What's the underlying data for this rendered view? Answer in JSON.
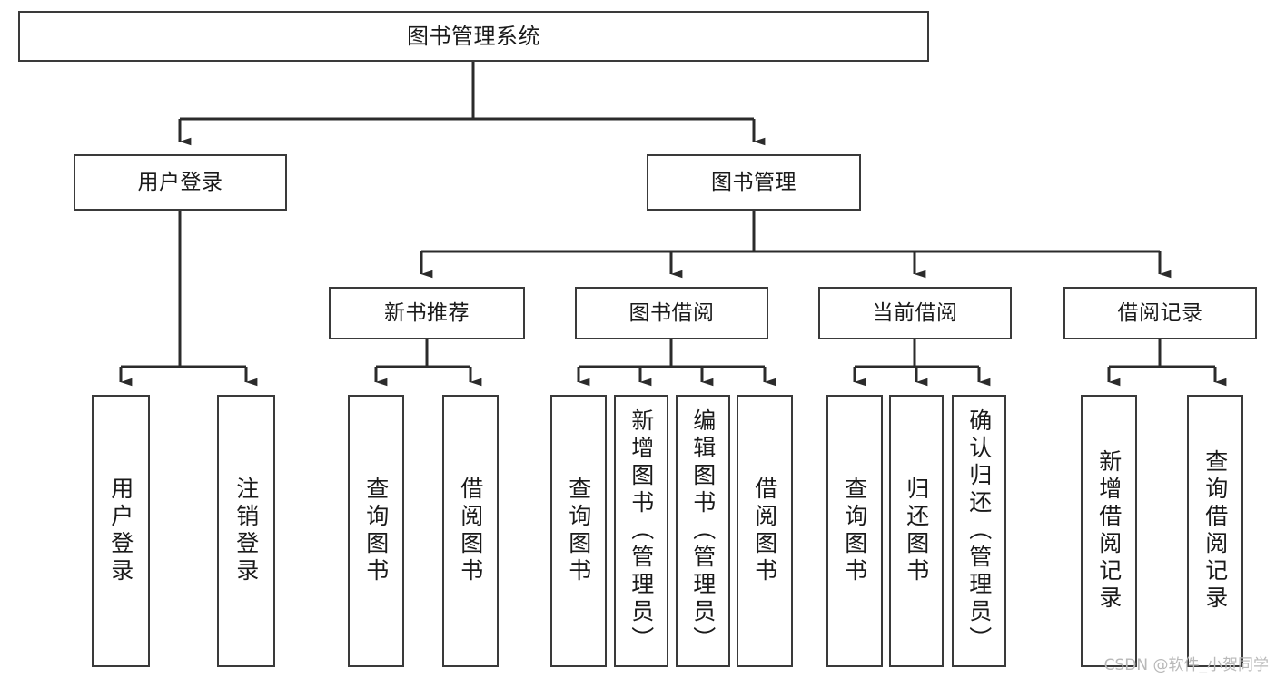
{
  "diagram": {
    "title": "图书管理系统",
    "type": "tree-hierarchy-diagram",
    "watermark": "CSDN @软件_小贺同学",
    "colors": {
      "box_border": "#3a3a3a",
      "box_fill": "#ffffff",
      "connector": "#2b2b2b",
      "text": "#1a1a1a",
      "watermark": "#b9b9b9"
    },
    "nodes": {
      "root": {
        "label": "图书管理系统"
      },
      "level2": [
        {
          "id": "user-login",
          "label": "用户登录"
        },
        {
          "id": "book-manage",
          "label": "图书管理"
        }
      ],
      "level3": [
        {
          "id": "new-book-recommend",
          "label": "新书推荐"
        },
        {
          "id": "book-borrow",
          "label": "图书借阅"
        },
        {
          "id": "current-borrow",
          "label": "当前借阅"
        },
        {
          "id": "borrow-record",
          "label": "借阅记录"
        }
      ],
      "leaves": [
        {
          "id": "leaf-user-login",
          "label": "用户登录"
        },
        {
          "id": "leaf-logout-login",
          "label": "注销登录"
        },
        {
          "id": "leaf-query-book-1",
          "label": "查询图书"
        },
        {
          "id": "leaf-borrow-book-1",
          "label": "借阅图书"
        },
        {
          "id": "leaf-query-book-2",
          "label": "查询图书"
        },
        {
          "id": "leaf-add-book",
          "label": "新增图书（管理员）"
        },
        {
          "id": "leaf-edit-book",
          "label": "编辑图书（管理员）"
        },
        {
          "id": "leaf-borrow-book-2",
          "label": "借阅图书"
        },
        {
          "id": "leaf-query-book-3",
          "label": "查询图书"
        },
        {
          "id": "leaf-return-book",
          "label": "归还图书"
        },
        {
          "id": "leaf-confirm-return",
          "label": "确认归还（管理员）"
        },
        {
          "id": "leaf-add-borrow-record",
          "label": "新增借阅记录"
        },
        {
          "id": "leaf-query-borrow-record",
          "label": "查询借阅记录"
        }
      ]
    },
    "edges": [
      {
        "from": "图书管理系统",
        "to": "用户登录"
      },
      {
        "from": "图书管理系统",
        "to": "图书管理"
      },
      {
        "from": "用户登录",
        "to": "用户登录"
      },
      {
        "from": "用户登录",
        "to": "注销登录"
      },
      {
        "from": "图书管理",
        "to": "新书推荐"
      },
      {
        "from": "图书管理",
        "to": "图书借阅"
      },
      {
        "from": "图书管理",
        "to": "当前借阅"
      },
      {
        "from": "图书管理",
        "to": "借阅记录"
      },
      {
        "from": "新书推荐",
        "to": "查询图书"
      },
      {
        "from": "新书推荐",
        "to": "借阅图书"
      },
      {
        "from": "图书借阅",
        "to": "查询图书"
      },
      {
        "from": "图书借阅",
        "to": "新增图书（管理员）"
      },
      {
        "from": "图书借阅",
        "to": "编辑图书（管理员）"
      },
      {
        "from": "图书借阅",
        "to": "借阅图书"
      },
      {
        "from": "当前借阅",
        "to": "查询图书"
      },
      {
        "from": "当前借阅",
        "to": "归还图书"
      },
      {
        "from": "当前借阅",
        "to": "确认归还（管理员）"
      },
      {
        "from": "借阅记录",
        "to": "新增借阅记录"
      },
      {
        "from": "借阅记录",
        "to": "查询借阅记录"
      }
    ]
  }
}
